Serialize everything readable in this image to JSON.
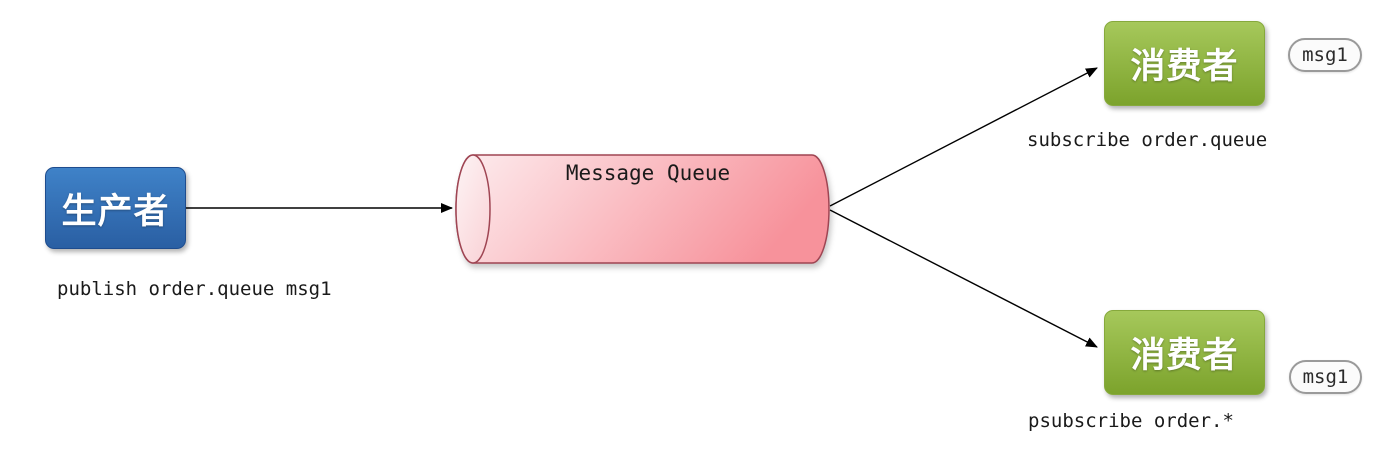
{
  "producer": {
    "label": "生产者",
    "command": "publish order.queue msg1"
  },
  "queue": {
    "label": "Message Queue"
  },
  "consumers": [
    {
      "label": "消费者",
      "command": "subscribe order.queue",
      "badge": "msg1"
    },
    {
      "label": "消费者",
      "command": "psubscribe order.*",
      "badge": "msg1"
    }
  ],
  "colors": {
    "producer_fill_top": "#3F82C8",
    "producer_fill_bottom": "#2A5FA3",
    "producer_border": "#1E4C8E",
    "consumer_fill_top": "#A6C85B",
    "consumer_fill_bottom": "#7CA32C",
    "consumer_border": "#86A93C",
    "queue_body_light": "#FDEDEF",
    "queue_body_dark": "#F7929B",
    "queue_cap_light": "#FDF4F5",
    "queue_cap_dark": "#FAD4D8",
    "queue_stroke": "#9F4553",
    "arrow": "#000000",
    "badge_bg": "#FBFBFB",
    "badge_border": "#9A9A9A",
    "label_text": "#1A1A1A"
  }
}
